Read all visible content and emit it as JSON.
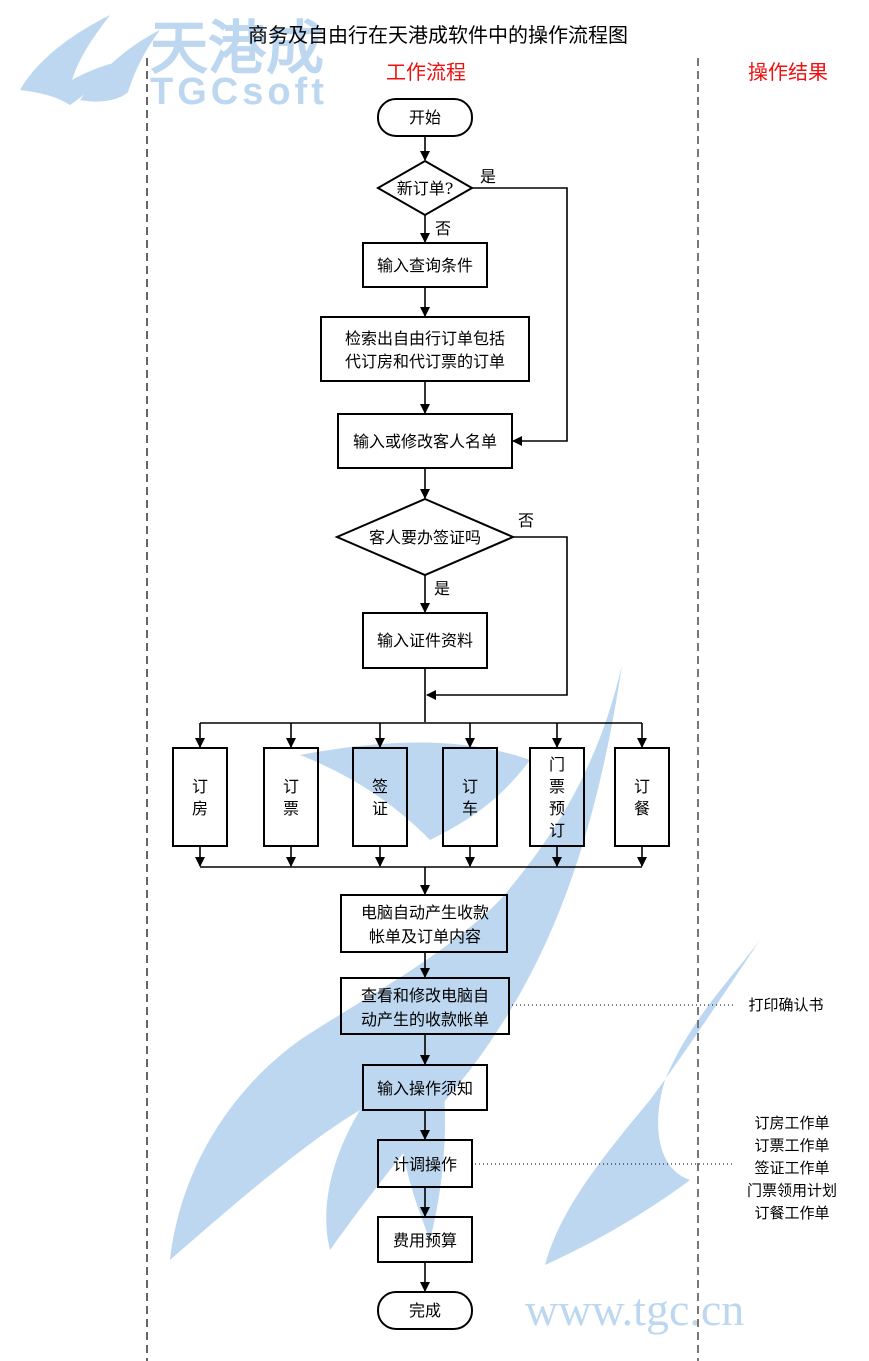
{
  "title": "商务及自由行在天港成软件中的操作流程图",
  "watermark": {
    "brand_cn": "天港成",
    "brand_en": "TGCsoft",
    "url": "www.tgc.cn",
    "color": "#bcd7ef"
  },
  "columns": {
    "workflow": "工作流程",
    "result": "操作结果",
    "header_color": "#ee1111"
  },
  "nodes": {
    "start": "开始",
    "new_order": "新订单?",
    "new_order_yes": "是",
    "new_order_no": "否",
    "input_query": "输入查询条件",
    "search_line1": "检索出自由行订单包括",
    "search_line2": "代订房和代订票的订单",
    "edit_guests": "输入或修改客人名单",
    "visa_question": "客人要办签证吗",
    "visa_no": "否",
    "visa_yes": "是",
    "input_docs": "输入证件资料",
    "bill_line1": "电脑自动产生收款",
    "bill_line2": "帐单及订单内容",
    "review_line1": "查看和修改电脑自",
    "review_line2": "动产生的收款帐单",
    "op_notes": "输入操作须知",
    "dispatch": "计调操作",
    "budget": "费用预算",
    "end": "完成"
  },
  "services": [
    {
      "chars": [
        "订",
        "房"
      ]
    },
    {
      "chars": [
        "订",
        "票"
      ]
    },
    {
      "chars": [
        "签",
        "证"
      ]
    },
    {
      "chars": [
        "订",
        "车"
      ]
    },
    {
      "chars": [
        "门",
        "票",
        "预",
        "订"
      ]
    },
    {
      "chars": [
        "订",
        "餐"
      ]
    }
  ],
  "results": {
    "review": "打印确认书",
    "dispatch": [
      "订房工作单",
      "订票工作单",
      "签证工作单",
      "门票领用计划",
      "订餐工作单"
    ]
  }
}
